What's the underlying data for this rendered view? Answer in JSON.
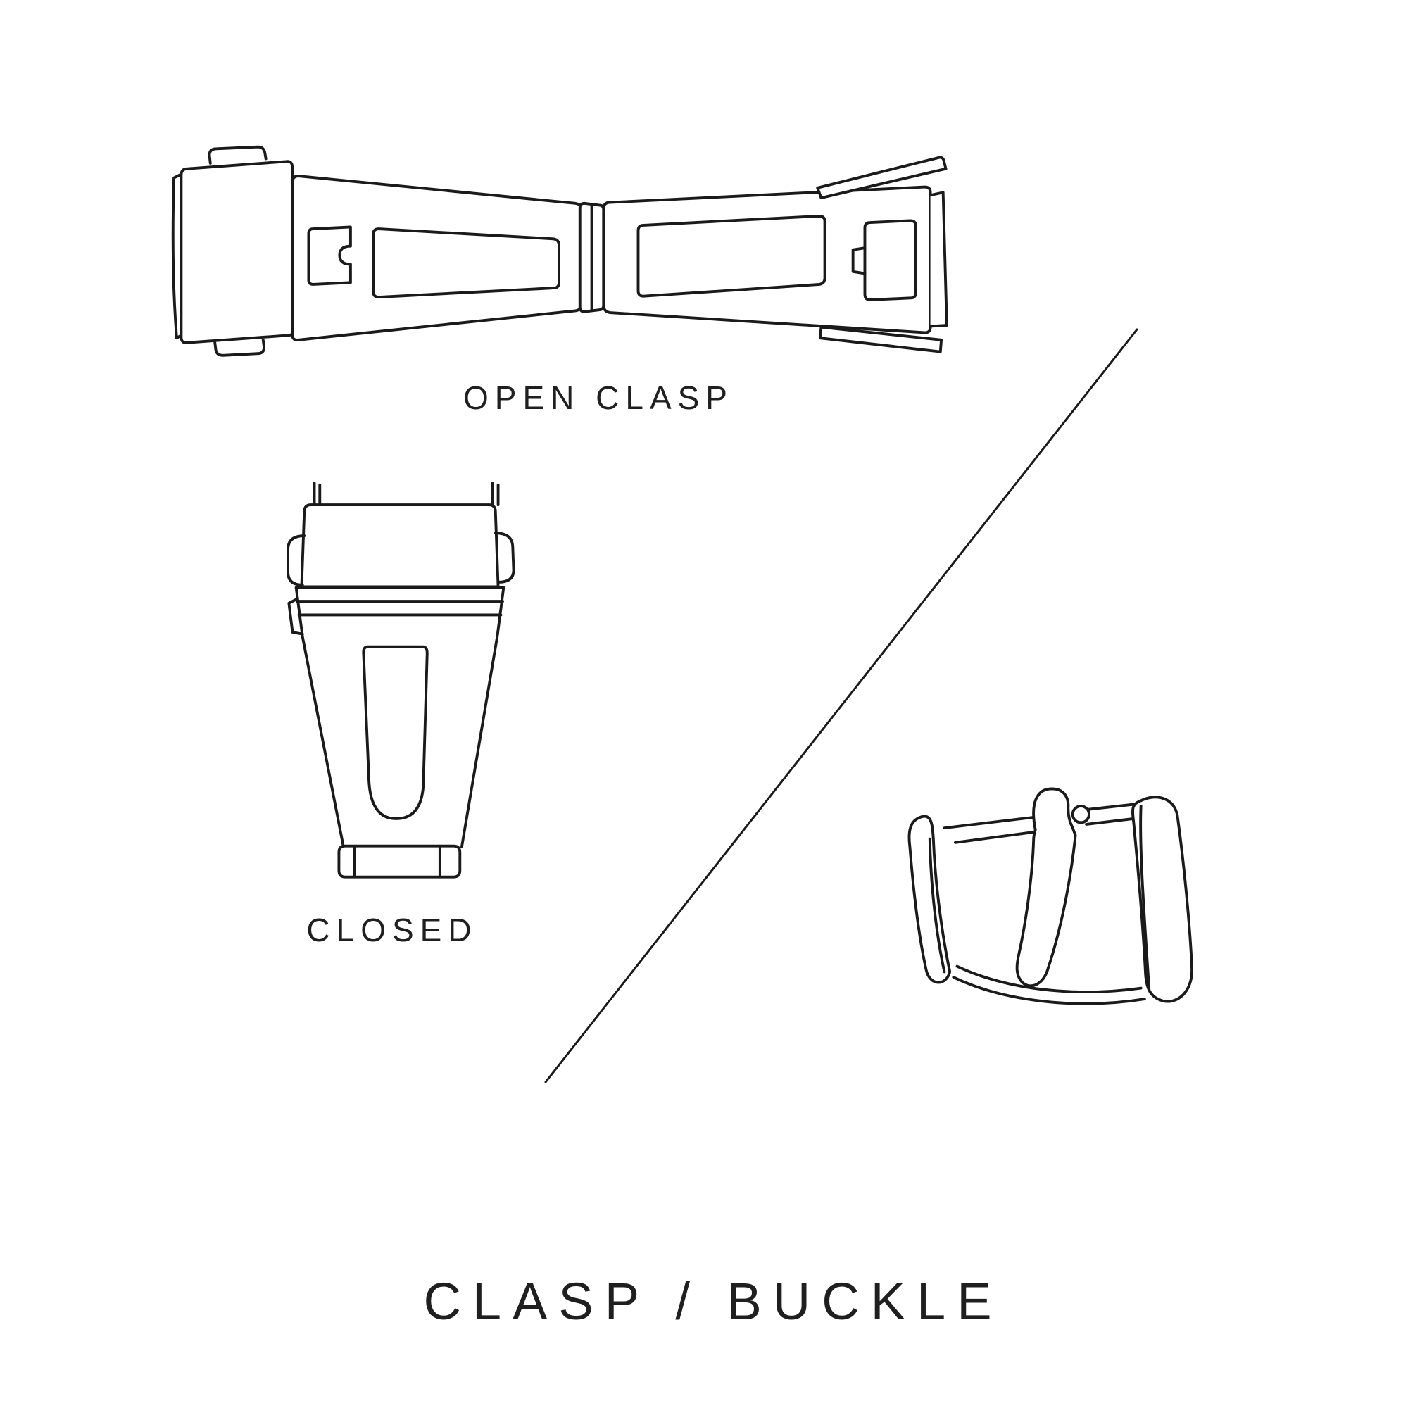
{
  "title": "CLASP / BUCKLE",
  "figures": {
    "open_clasp": {
      "label": "OPEN CLASP"
    },
    "closed_clasp": {
      "label": "CLOSED"
    },
    "buckle": {
      "label": ""
    }
  },
  "colors": {
    "background": "#ffffff",
    "line": "#1a1a1a",
    "text": "#1f1f1f"
  }
}
